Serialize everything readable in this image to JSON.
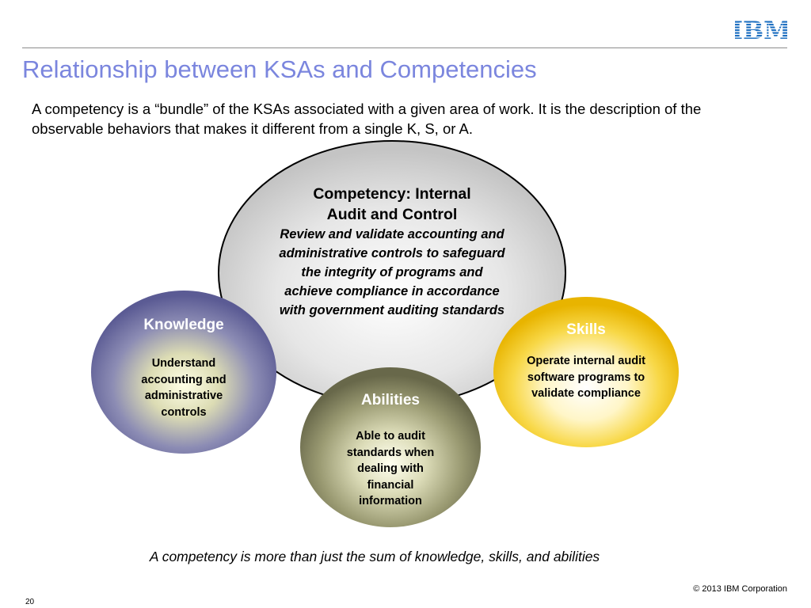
{
  "header": {
    "logo_text": "IBM",
    "title": "Relationship between KSAs and Competencies"
  },
  "intro": "A competency is a “bundle” of the KSAs associated with a given area of work. It is the description of the observable behaviors that makes it different from a single K, S, or A.",
  "diagram": {
    "competency": {
      "title": "Competency: Internal Audit and Control",
      "description": "Review and validate accounting and administrative controls to safeguard the integrity of programs and achieve compliance in accordance with government auditing standards"
    },
    "knowledge": {
      "title": "Knowledge",
      "description": "Understand accounting and administrative controls"
    },
    "skills": {
      "title": "Skills",
      "description": "Operate internal audit software programs to validate compliance"
    },
    "abilities": {
      "title": "Abilities",
      "description": "Able to audit standards when dealing with financial information"
    },
    "colors": {
      "knowledge": "#5b5b94",
      "skills": "#f0c000",
      "abilities": "#6a6a48",
      "competency_outline": "#000000"
    }
  },
  "caption": "A competency is more than just the sum of knowledge, skills, and abilities",
  "footer": {
    "copyright": "© 2013 IBM Corporation",
    "page_number": "20"
  }
}
